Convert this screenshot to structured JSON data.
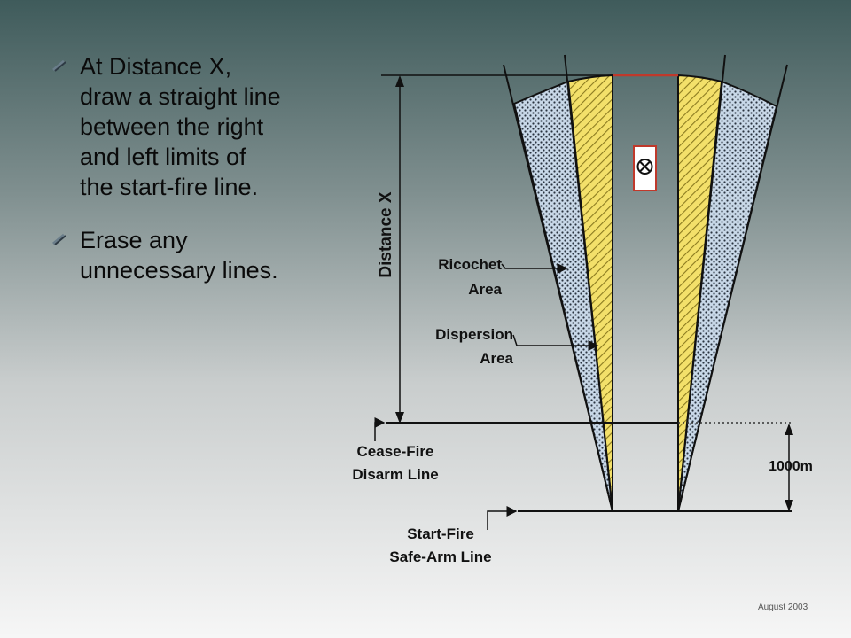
{
  "bullets": [
    {
      "text": "At Distance X,\ndraw a straight line\nbetween the right\nand left limits of\nthe start-fire line."
    },
    {
      "text": "Erase any\nunnecessary lines."
    }
  ],
  "diagram": {
    "distance_label": "Distance X",
    "ricochet_line1": "Ricochet",
    "ricochet_line2": "Area",
    "dispersion_line1": "Dispersion",
    "dispersion_line2": "Area",
    "cease_fire_line1": "Cease-Fire",
    "cease_fire_line2": "Disarm Line",
    "start_fire_line1": "Start-Fire",
    "start_fire_line2": "Safe-Arm Line",
    "distance_1000": "1000m"
  },
  "colors": {
    "dispersion": "#f3e06a",
    "ricochet": "#c8d8e8",
    "target": "#c0392b",
    "top_edge": "#c0392b"
  },
  "icons": [
    "bullet-icon",
    "target-icon",
    "arrow-icon"
  ],
  "footer": {
    "date": "August 2003"
  }
}
